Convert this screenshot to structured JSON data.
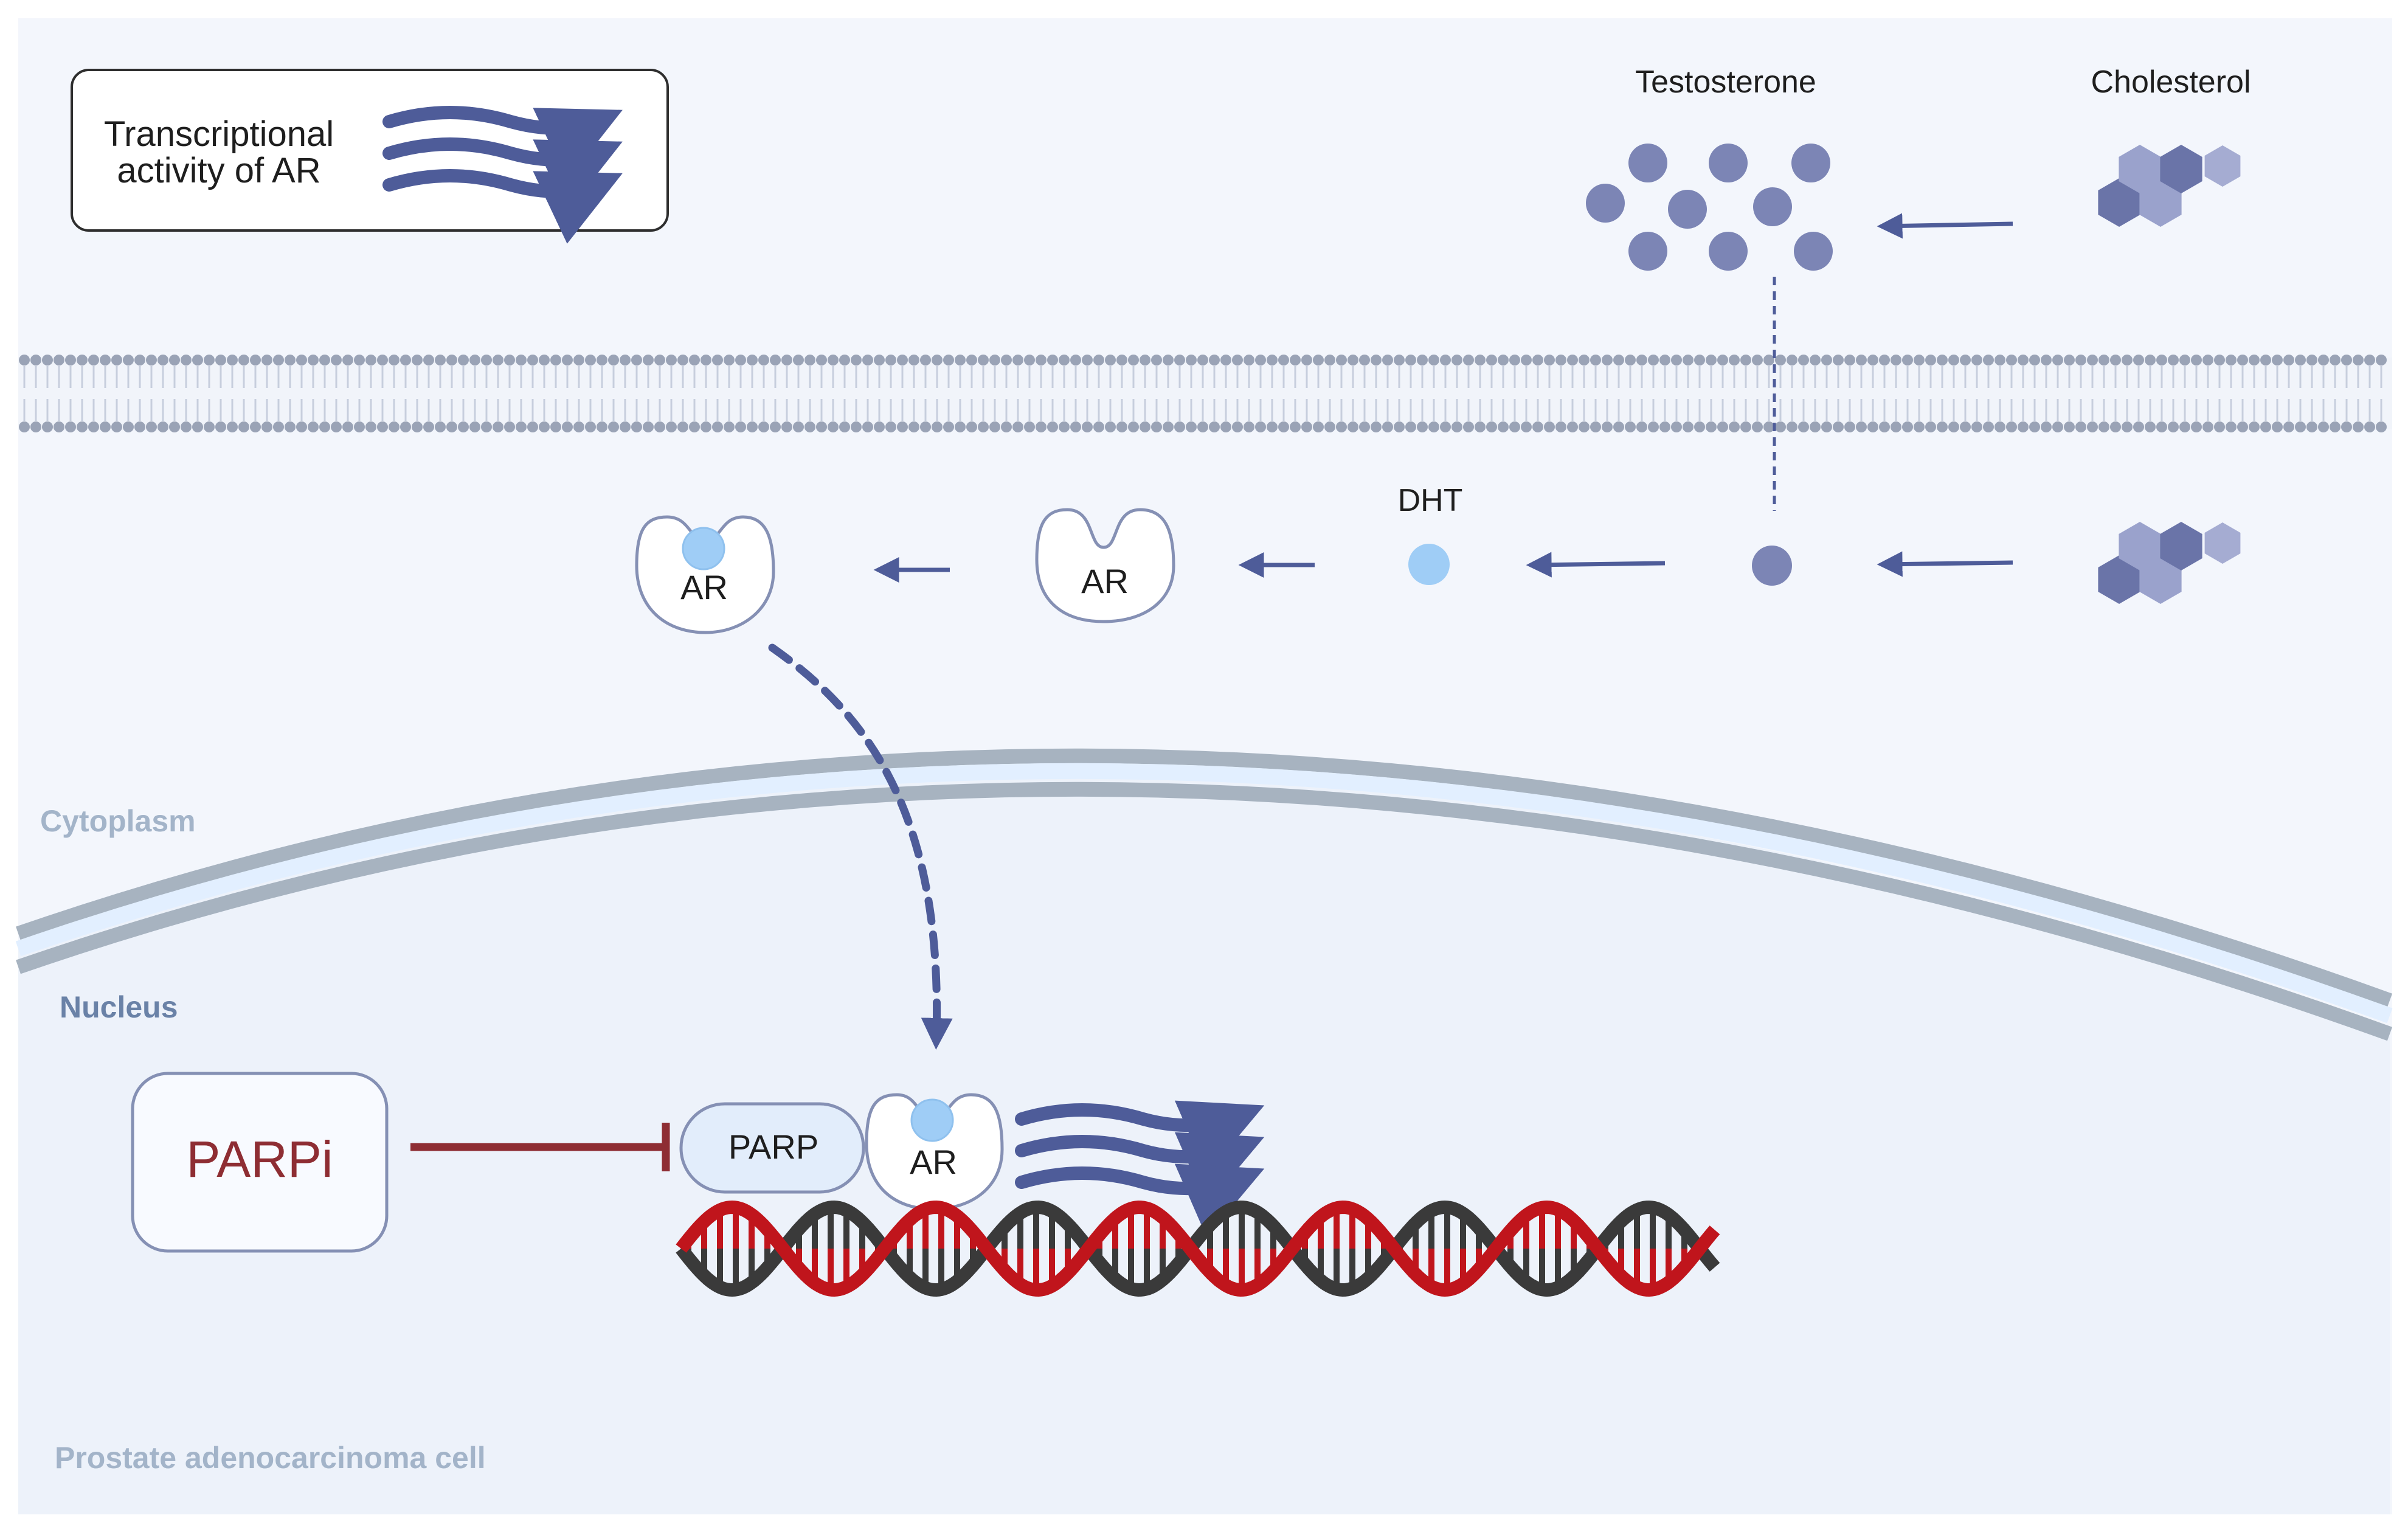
{
  "legend": {
    "line1": "Transcriptional",
    "line2": "activity of AR"
  },
  "labels": {
    "testosterone": "Testosterone",
    "cholesterol": "Cholesterol",
    "dht": "DHT",
    "ar": "AR",
    "parp": "PARP",
    "parpi": "PARPi"
  },
  "zones": {
    "cytoplasm": "Cytoplasm",
    "nucleus": "Nucleus",
    "cell": "Prostate adenocarcinoma cell"
  },
  "colors": {
    "arrow": "#4e5c99",
    "molecule": "#7c85b5",
    "dht": "#9fcdf6",
    "inhibitor": "#8e2d33",
    "membrane": "#9aa3b6",
    "nuclear_envelope": "#a7b3c0",
    "dna_red": "#c0151c",
    "dna_dark": "#3a3a3a"
  },
  "icons": [
    "cholesterol-hexagon-icon",
    "testosterone-dot-icon",
    "dht-dot-icon",
    "ar-receptor-icon",
    "dna-helix-icon",
    "transcription-wave-icon"
  ]
}
